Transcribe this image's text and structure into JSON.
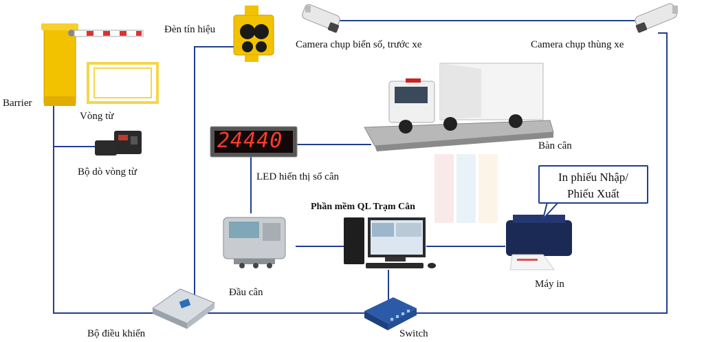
{
  "labels": {
    "barrier": "Barrier",
    "loop": "Vòng từ",
    "loop_detector": "Bộ dò vòng từ",
    "signal_light": "Đèn tín hiệu",
    "camera_front": "Camera chụp biển số, trước xe",
    "camera_top": "Camera chụp thùng xe",
    "scale": "Bàn cân",
    "led_display": "LED hiển thị số cân",
    "led_value": "24440",
    "software": "Phần mềm QL Trạm Cân",
    "indicator": "Đầu cân",
    "controller": "Bộ điều khiển",
    "switch": "Switch",
    "printer": "Máy in",
    "bubble_line1": "In phiếu Nhập/",
    "bubble_line2": "Phiếu Xuất"
  },
  "colors": {
    "wire": "#1f3e8f",
    "barrier_body": "#f2c200",
    "loop": "#f5d64a",
    "led_red": "#ff3b2f"
  }
}
